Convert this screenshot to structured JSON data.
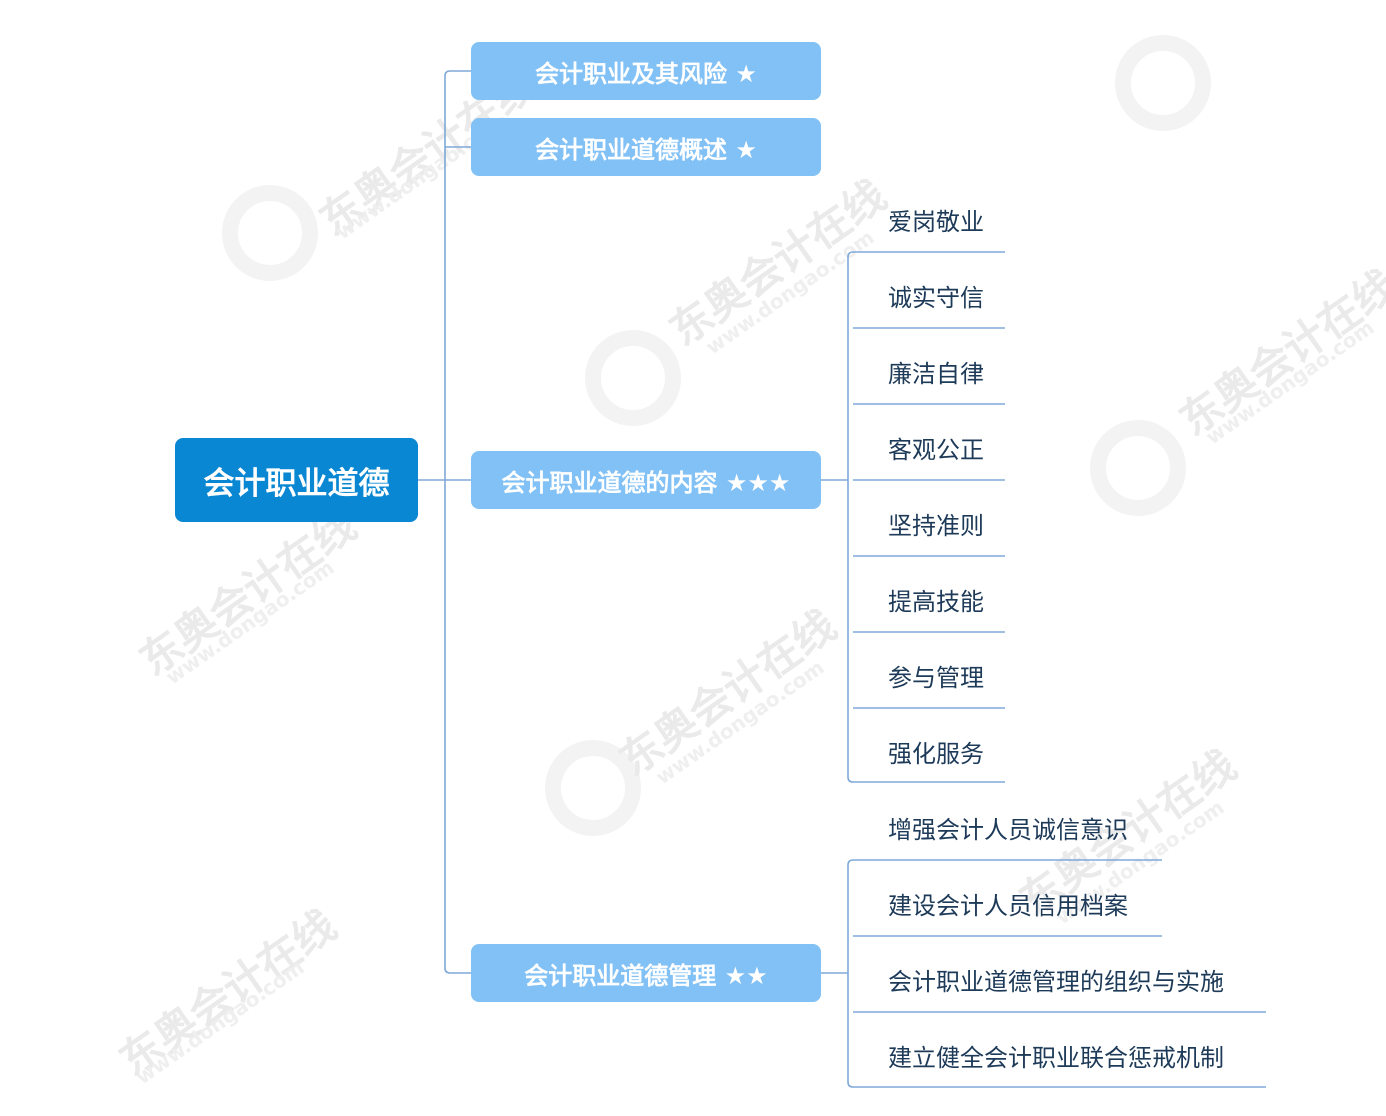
{
  "watermark": {
    "brand": "东奥会计在线",
    "url": "www.dongao.com"
  },
  "root": {
    "label": "会计职业道德"
  },
  "branches": [
    {
      "label": "会计职业及其风险 ★"
    },
    {
      "label": "会计职业道德概述 ★"
    },
    {
      "label": "会计职业道德的内容 ★★★"
    },
    {
      "label": "会计职业道德管理 ★★"
    }
  ],
  "content_items": [
    "爱岗敬业",
    "诚实守信",
    "廉洁自律",
    "客观公正",
    "坚持准则",
    "提高技能",
    "参与管理",
    "强化服务"
  ],
  "management_items": [
    "增强会计人员诚信意识",
    "建设会计人员信用档案",
    "会计职业道德管理的组织与实施",
    "建立健全会计职业联合惩戒机制"
  ],
  "colors": {
    "root_fill": "#0a87d2",
    "branch_fill": "#82c1f5",
    "connector": "#7fa8d8",
    "leaf_text": "#1d3a58"
  }
}
